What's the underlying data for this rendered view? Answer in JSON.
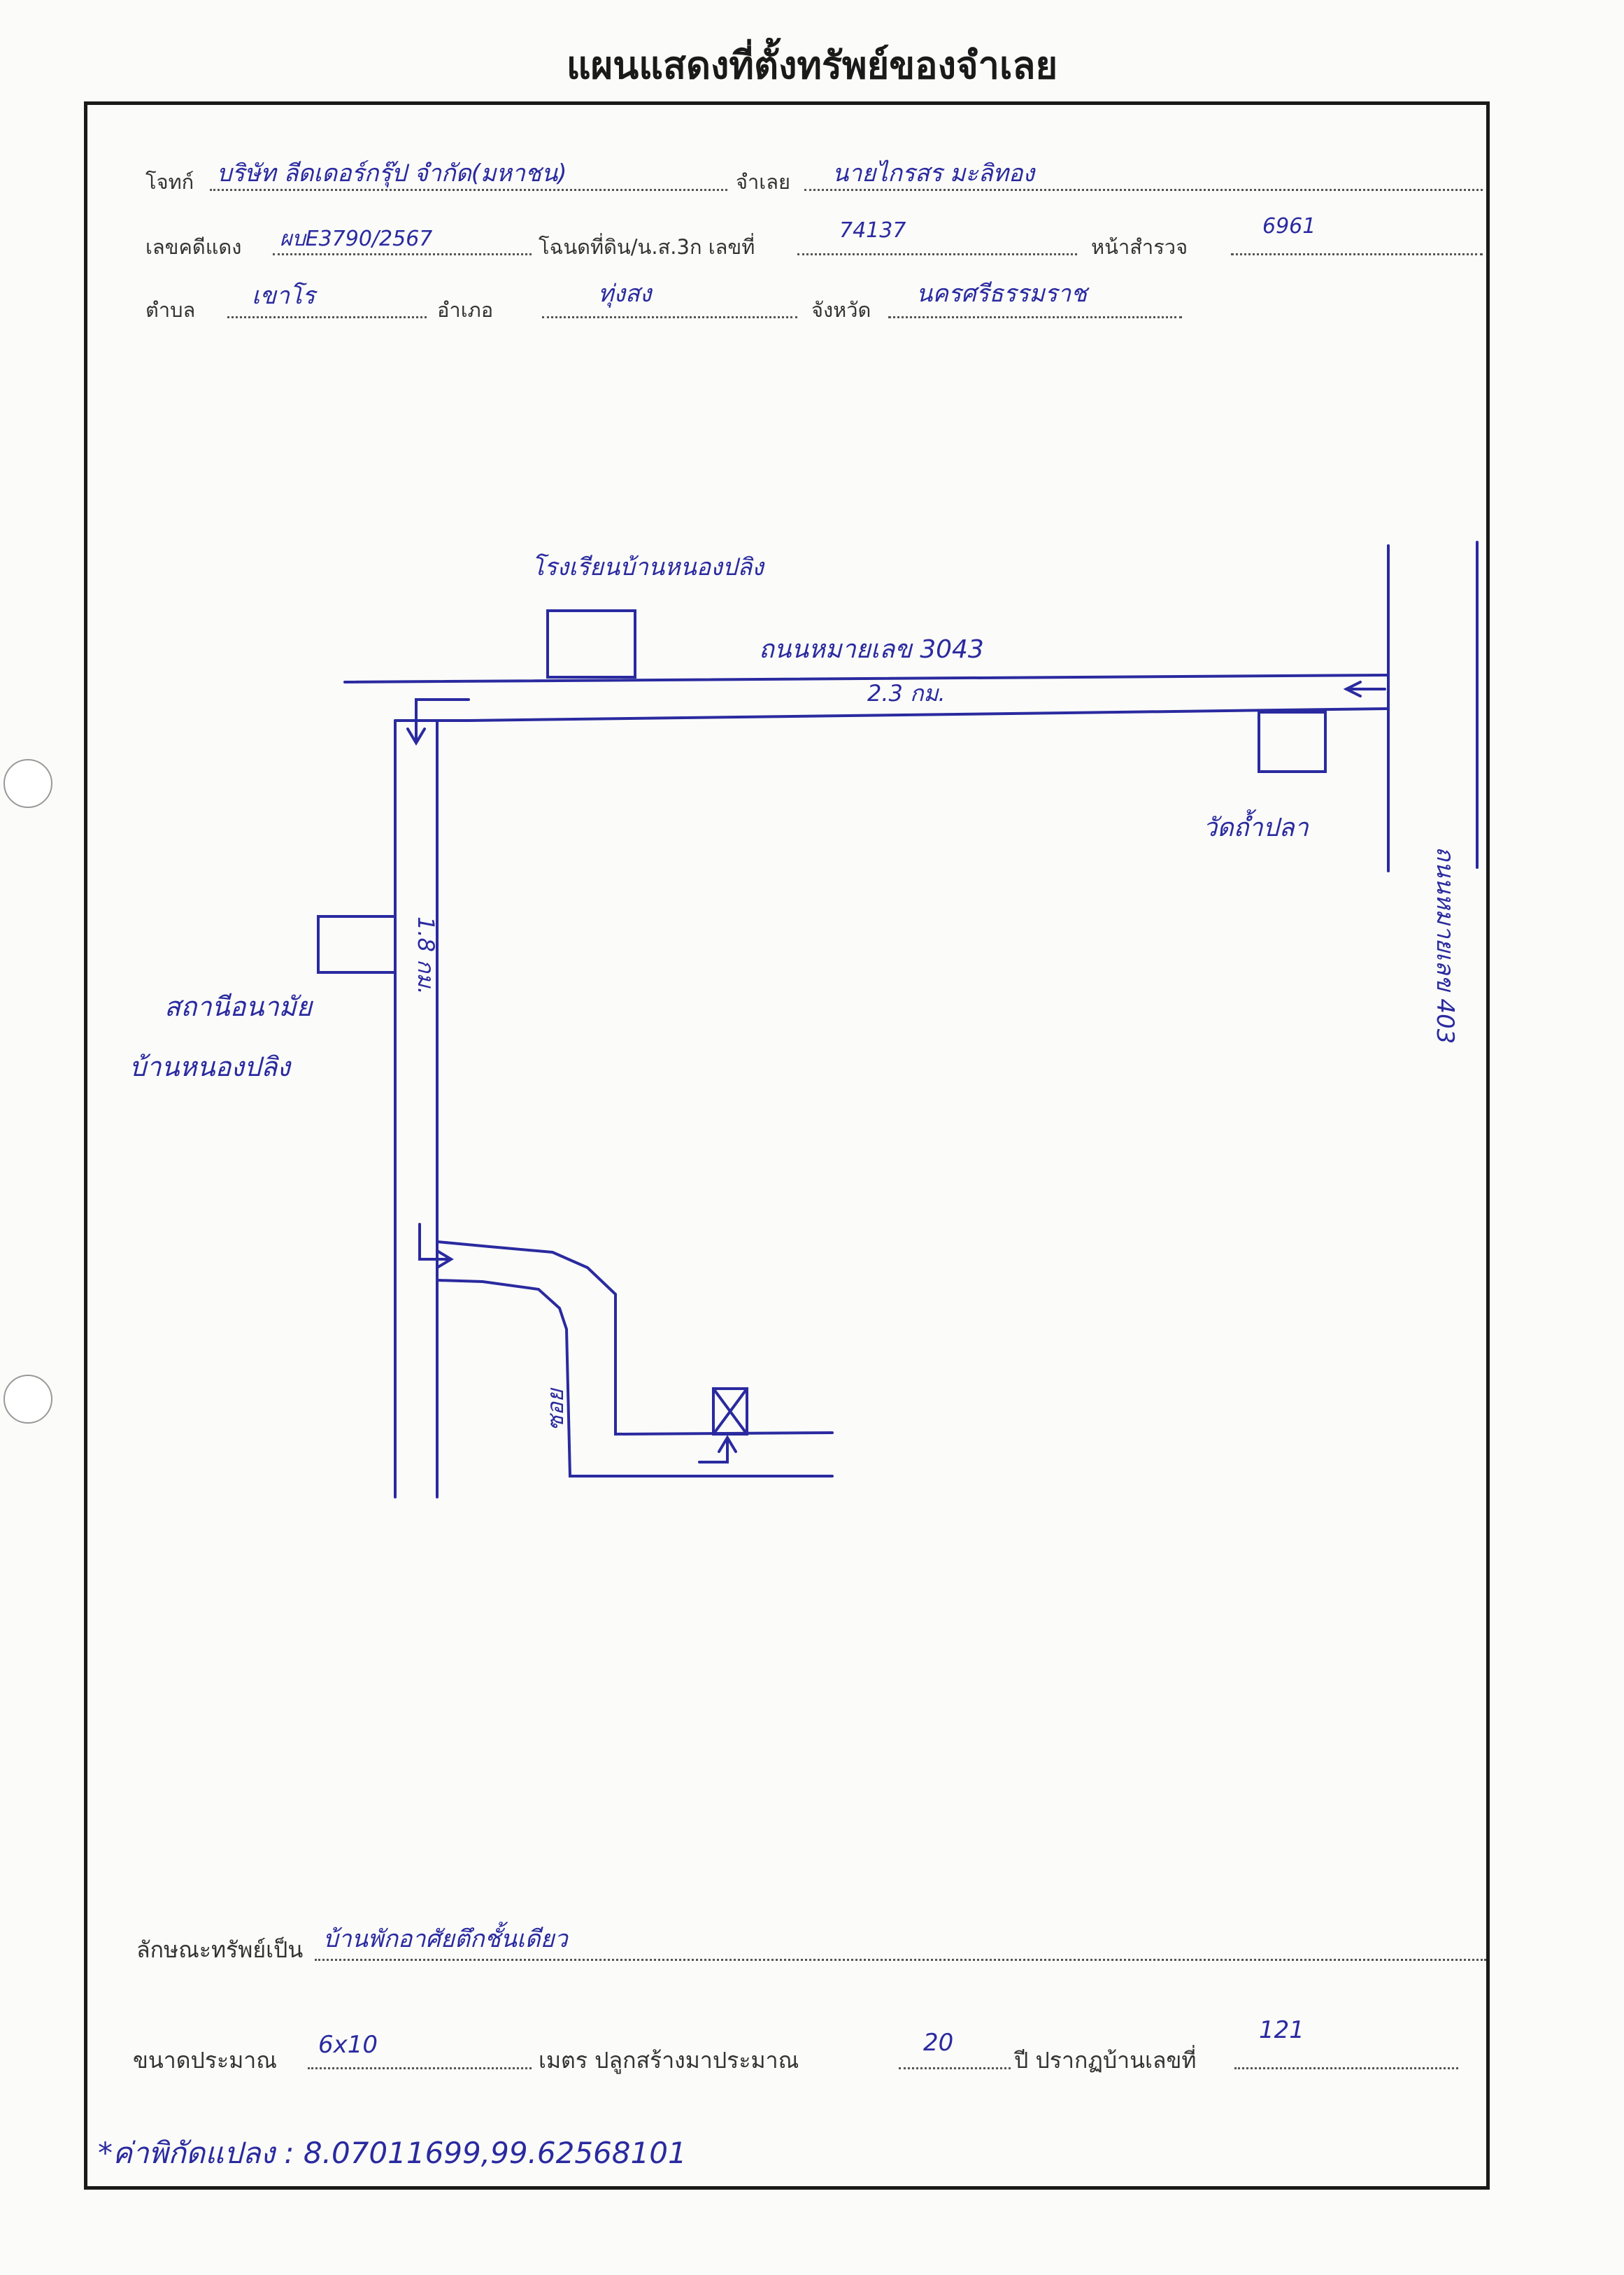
{
  "title": "แผนแสดงที่ตั้งทรัพย์ของจำเลย",
  "header": {
    "plaintiff_label": "โจทก์",
    "plaintiff_value": "บริษัท ลีดเดอร์กรุ๊ป จำกัด(มหาชน)",
    "defendant_label": "จำเลย",
    "defendant_value": "นายไกรสร มะลิทอง",
    "case_label": "เลขคดีแดง",
    "case_value": "ผบE3790/2567",
    "deed_label": "โฉนดที่ดิน/น.ส.3ก เลขที่",
    "deed_value": "74137",
    "survey_label": "หน้าสำรวจ",
    "survey_value": "6961",
    "subdistrict_label": "ตำบล",
    "subdistrict_value": "เขาโร",
    "district_label": "อำเภอ",
    "district_value": "ทุ่งสง",
    "province_label": "จังหวัด",
    "province_value": "นครศรีธรรมราช"
  },
  "map": {
    "school_label": "โรงเรียนบ้านหนองปลิง",
    "road_3043_label": "ถนนหมายเลข 3043",
    "distance_top": "2.3 กม.",
    "road_403_label": "ถนนหมายเลข 403",
    "temple_label": "วัดถ้ำปลา",
    "distance_left": "1.8 กม.",
    "health_station_label": "สถานีอนามัย",
    "village_label": "บ้านหนองปลิง",
    "soi_label": "ซอย"
  },
  "footer": {
    "property_label": "ลักษณะทรัพย์เป็น",
    "property_value": "บ้านพักอาศัยตึกชั้นเดียว",
    "size_label": "ขนาดประมาณ",
    "size_value": "6x10",
    "meters_label": "เมตร ปลูกสร้างมาประมาณ",
    "years_value": "20",
    "year_label": "ปี ปรากฏบ้านเลขที่",
    "house_no_value": "121",
    "coords_note": "*ค่าพิกัดแปลง : 8.07011699,99.62568101"
  }
}
